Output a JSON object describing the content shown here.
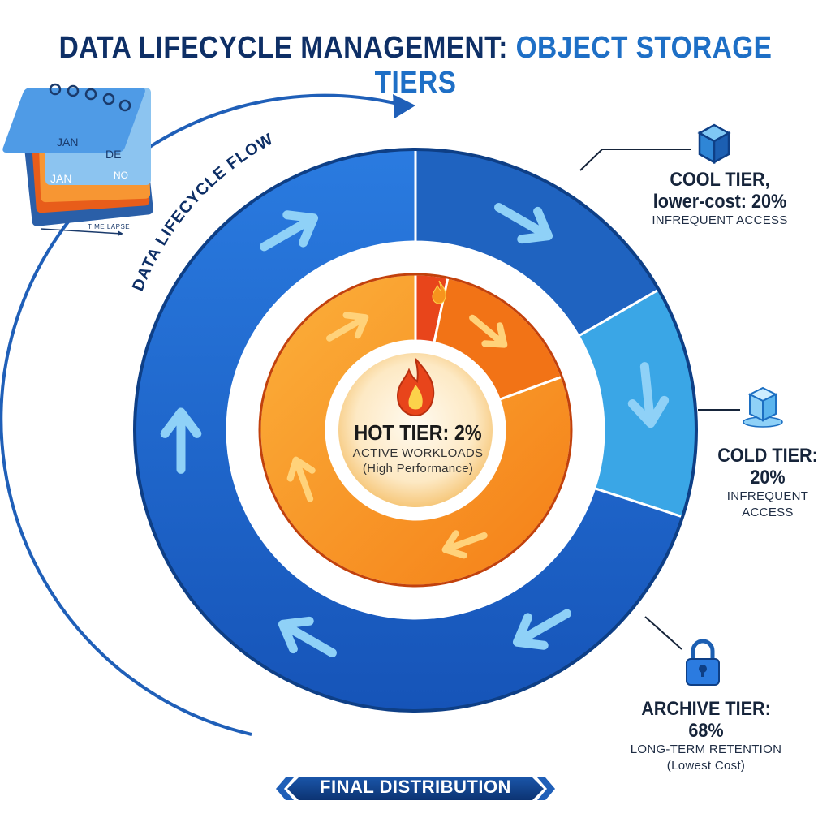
{
  "title": {
    "part1": "DATA LIFECYCLE MANAGEMENT:",
    "part2": "OBJECT STORAGE TIERS"
  },
  "flow_label": "DATA LIFECYCLE FLOW",
  "calendar": {
    "caption": "TIME LAPSE",
    "page_labels": [
      "JAN",
      "DE",
      "JAN",
      "NO"
    ]
  },
  "tiers": {
    "hot": {
      "title": "HOT TIER: 2%",
      "line1": "ACTIVE WORKLOADS",
      "line2": "(High Performance)",
      "percent": 2
    },
    "cool": {
      "title": "COOL TIER,",
      "title2": "lower-cost: 20%",
      "line1": "INFREQUENT ACCESS",
      "percent": 20
    },
    "cold": {
      "title": "COLD TIER: 20%",
      "line1": "INFREQUENT",
      "line2": "ACCESS",
      "percent": 20
    },
    "archive": {
      "title": "ARCHIVE TIER: 68%",
      "line1": "LONG-TERM RETENTION",
      "line2": "(Lowest Cost)",
      "percent": 68
    }
  },
  "banner": {
    "label": "FINAL DISTRIBUTION"
  },
  "icons": {
    "cool": "ice-cube-icon",
    "cold": "melting-ice-cube-icon",
    "archive": "padlock-icon",
    "hot": "flame-icon",
    "calendar": "calendar-icon"
  },
  "colors": {
    "title_dark": "#0e2f66",
    "title_accent": "#1e6fc6",
    "cool_ring": "#1f63c0",
    "cold_ring": "#3aa6e6",
    "archive_ring": "#1a5fd0",
    "hot_orange": "#f27316",
    "hot_light": "#f9a825",
    "banner": "#0f3f86"
  }
}
